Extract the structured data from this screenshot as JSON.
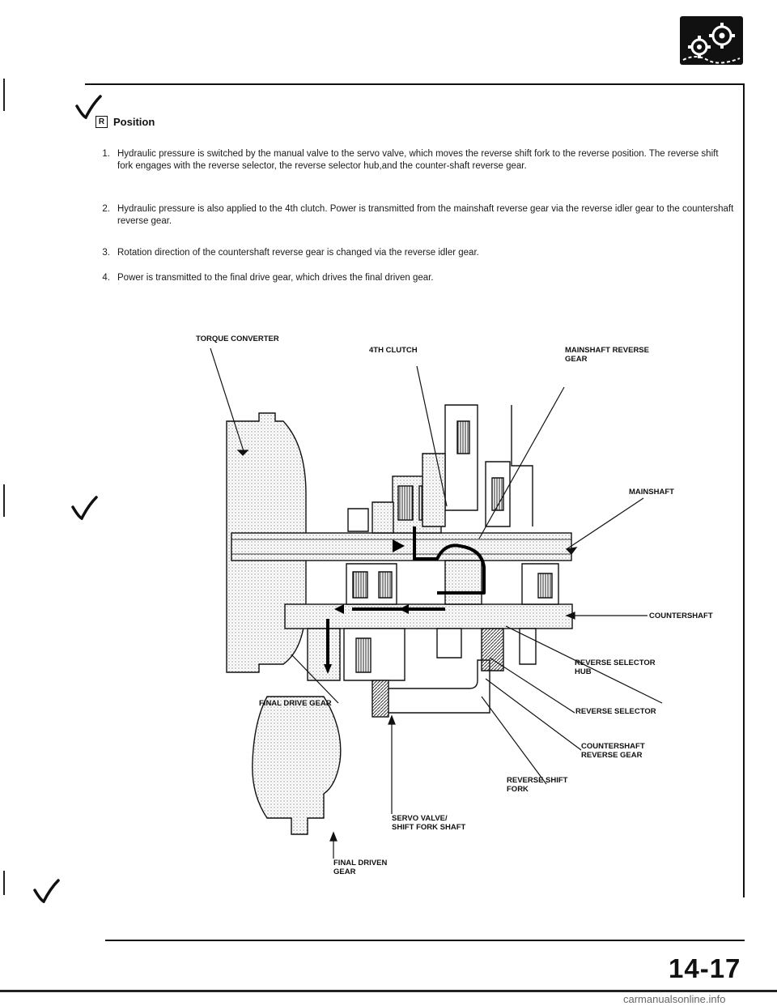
{
  "heading": {
    "box_letter": "R",
    "title": "Position"
  },
  "steps": [
    {
      "num": "1.",
      "text": "Hydraulic pressure is switched by the manual valve to the servo valve, which moves the reverse shift fork to the reverse position. The reverse shift fork engages with the reverse selector, the reverse selector hub,and the counter-shaft reverse gear."
    },
    {
      "num": "2.",
      "text": "Hydraulic pressure is also applied to the 4th clutch. Power is transmitted from the mainshaft reverse gear via the reverse idler gear to the countershaft reverse gear."
    },
    {
      "num": "3.",
      "text": "Rotation direction of the countershaft reverse gear is changed via the reverse idler gear."
    },
    {
      "num": "4.",
      "text": "Power is transmitted to the final drive gear, which drives the final driven gear."
    }
  ],
  "callouts": {
    "torque_converter": "TORQUE CONVERTER",
    "fourth_clutch": "4TH CLUTCH",
    "mainshaft_reverse_gear": "MAINSHAFT REVERSE\nGEAR",
    "mainshaft": "MAINSHAFT",
    "countershaft": "COUNTERSHAFT",
    "reverse_selector_hub": "REVERSE SELECTOR\nHUB",
    "final_drive_gear": "FINAL DRIVE GEAR",
    "reverse_selector": "REVERSE SELECTOR",
    "countershaft_reverse_gear": "COUNTERSHAFT\nREVERSE GEAR",
    "reverse_shift_fork": "REVERSE SHIFT\nFORK",
    "servo_valve": "SERVO VALVE/\nSHIFT FORK SHAFT",
    "final_driven_gear": "FINAL DRIVEN\nGEAR"
  },
  "page_number": "14-17",
  "watermark": "carmanualsonline.info"
}
